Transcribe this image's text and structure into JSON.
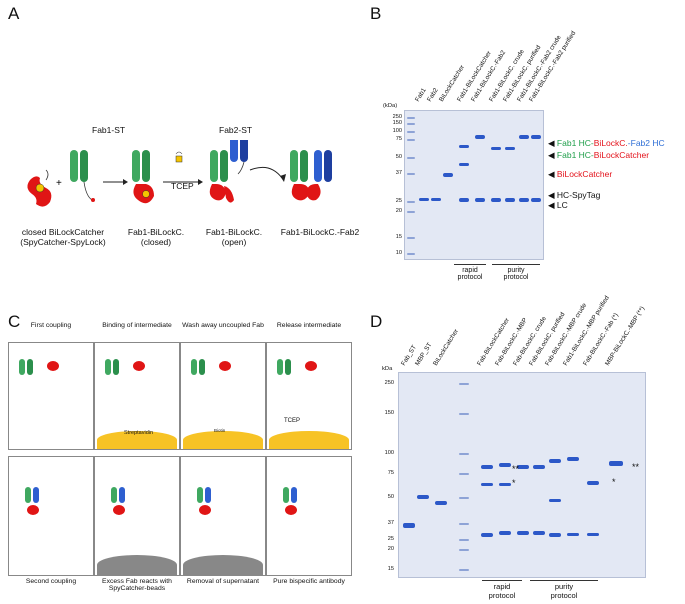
{
  "panels": {
    "A": {
      "letter": "A",
      "labels": {
        "fab1_st": "Fab1-ST",
        "fab2_st": "Fab2-ST",
        "tcep": "TCEP",
        "closed_caption_1": "closed BiLockCatcher",
        "closed_caption_2": "(SpyCatcher-SpyLock)",
        "fab1_closed_1": "Fab1-BiLockC.",
        "fab1_closed_2": "(closed)",
        "fab1_open_1": "Fab1-BiLockC.",
        "fab1_open_2": "(open)",
        "product": "Fab1-BiLockC.-Fab2"
      }
    },
    "B": {
      "letter": "B",
      "kda": "(kDa)",
      "markers": [
        "250",
        "150",
        "100",
        "75",
        "50",
        "37",
        "25",
        "20",
        "15",
        "10"
      ],
      "lanes": [
        "Fab1",
        "Fab2",
        "BiLockCatcher",
        "Fab1-BiLockCatcher",
        "Fab1-BiLockC.-Fab2",
        "Fab1-BiLockC. crude",
        "Fab1-BiLockC. purified",
        "Fab1-BiLockC.-Fab2 crude",
        "Fab1-BiLockC.-Fab2 purified"
      ],
      "protocols": [
        "rapid",
        "protocol",
        "purity",
        "protocol"
      ],
      "annotations": {
        "a1_fab1hc": "Fab1 HC-",
        "a1_bilockc": "BiLockC.",
        "a1_dash": "-",
        "a1_fab2hc": "Fab2 HC",
        "a2_fab1hc": "Fab1 HC-",
        "a2_bilockcatcher": "BiLockCatcher",
        "a3": "BiLockCatcher",
        "a4": "HC-SpyTag",
        "a5": "LC"
      },
      "colors": {
        "green": "#1f9e4a",
        "red": "#e3121b",
        "blue": "#2f6fd6"
      }
    },
    "C": {
      "letter": "C",
      "top_titles": [
        "First coupling",
        "Binding of intermediate",
        "Wash away uncoupled Fab",
        "Release intermediate"
      ],
      "bottom_titles": [
        "Second coupling",
        "Excess Fab reacts with SpyCatcher-beads",
        "Removal of supernatant",
        "Pure bispecific antibody"
      ],
      "inner": {
        "streptavidin": "Streptavidin",
        "tcep": "TCEP",
        "biotin": "Biotin"
      }
    },
    "D": {
      "letter": "D",
      "kda": "kDa",
      "markers": [
        "250",
        "150",
        "100",
        "75",
        "50",
        "37",
        "25",
        "20",
        "15"
      ],
      "lanes": [
        "Fab_ST",
        "MBP_ST",
        "BiLockCatcher",
        "Fab-BiLockCatcher",
        "Fab-BiLockC.-MBP",
        "Fab-BiLockC. crude",
        "Fab-BiLockC. purified",
        "Fab-BiLockC.-MBP crude",
        "Fab1-BiLockC.-MBP purified",
        "Fab-BiLockC.-Fab (*)",
        "MBP-BiLockC.-MBP (**)"
      ],
      "protocols": [
        "rapid",
        "protocol",
        "purity",
        "protocol"
      ],
      "stars": {
        "double": "**",
        "single": "*"
      }
    }
  }
}
